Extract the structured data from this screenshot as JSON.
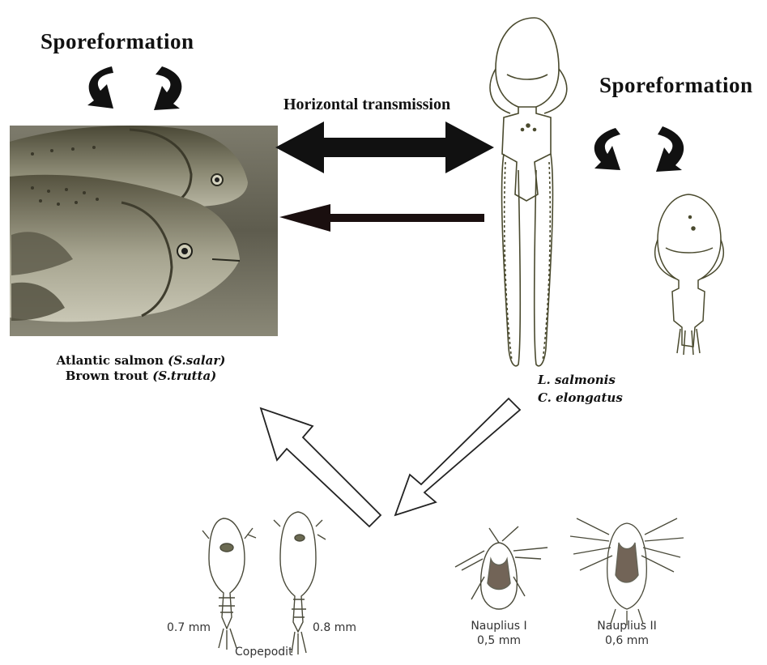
{
  "sporeformation_left": "Sporeformation",
  "sporeformation_right": "Sporeformation",
  "horizontal_transmission": "Horizontal transmission",
  "hosts": {
    "atlantic_salmon": "Atlantic salmon",
    "atlantic_salmon_sci": "(S.salar)",
    "brown_trout": "Brown trout",
    "brown_trout_sci": "(S.trutta)"
  },
  "lice_species": {
    "line1": "L. salmonis",
    "line2": "C. elongatus"
  },
  "stages": {
    "copepodit_size_a": "0.7 mm",
    "copepodit_size_b": "0.8 mm",
    "copepodit_label": "Copepodit",
    "nauplius1_label": "Nauplius I",
    "nauplius1_size": "0,5 mm",
    "nauplius2_label": "Nauplius II",
    "nauplius2_size": "0,6 mm"
  }
}
